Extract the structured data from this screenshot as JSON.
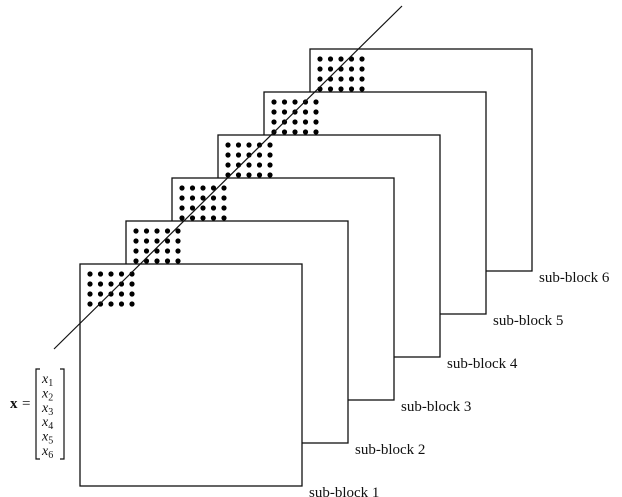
{
  "diagram": {
    "blocks": [
      {
        "label": "sub-block 1"
      },
      {
        "label": "sub-block 2"
      },
      {
        "label": "sub-block 3"
      },
      {
        "label": "sub-block 4"
      },
      {
        "label": "sub-block 5"
      },
      {
        "label": "sub-block 6"
      }
    ],
    "dot_grid": {
      "rows": 4,
      "cols": 5
    },
    "vector": {
      "name": "x",
      "equals": "=",
      "components": [
        "x",
        "x",
        "x",
        "x",
        "x",
        "x"
      ],
      "subscripts": [
        "1",
        "2",
        "3",
        "4",
        "5",
        "6"
      ]
    }
  }
}
